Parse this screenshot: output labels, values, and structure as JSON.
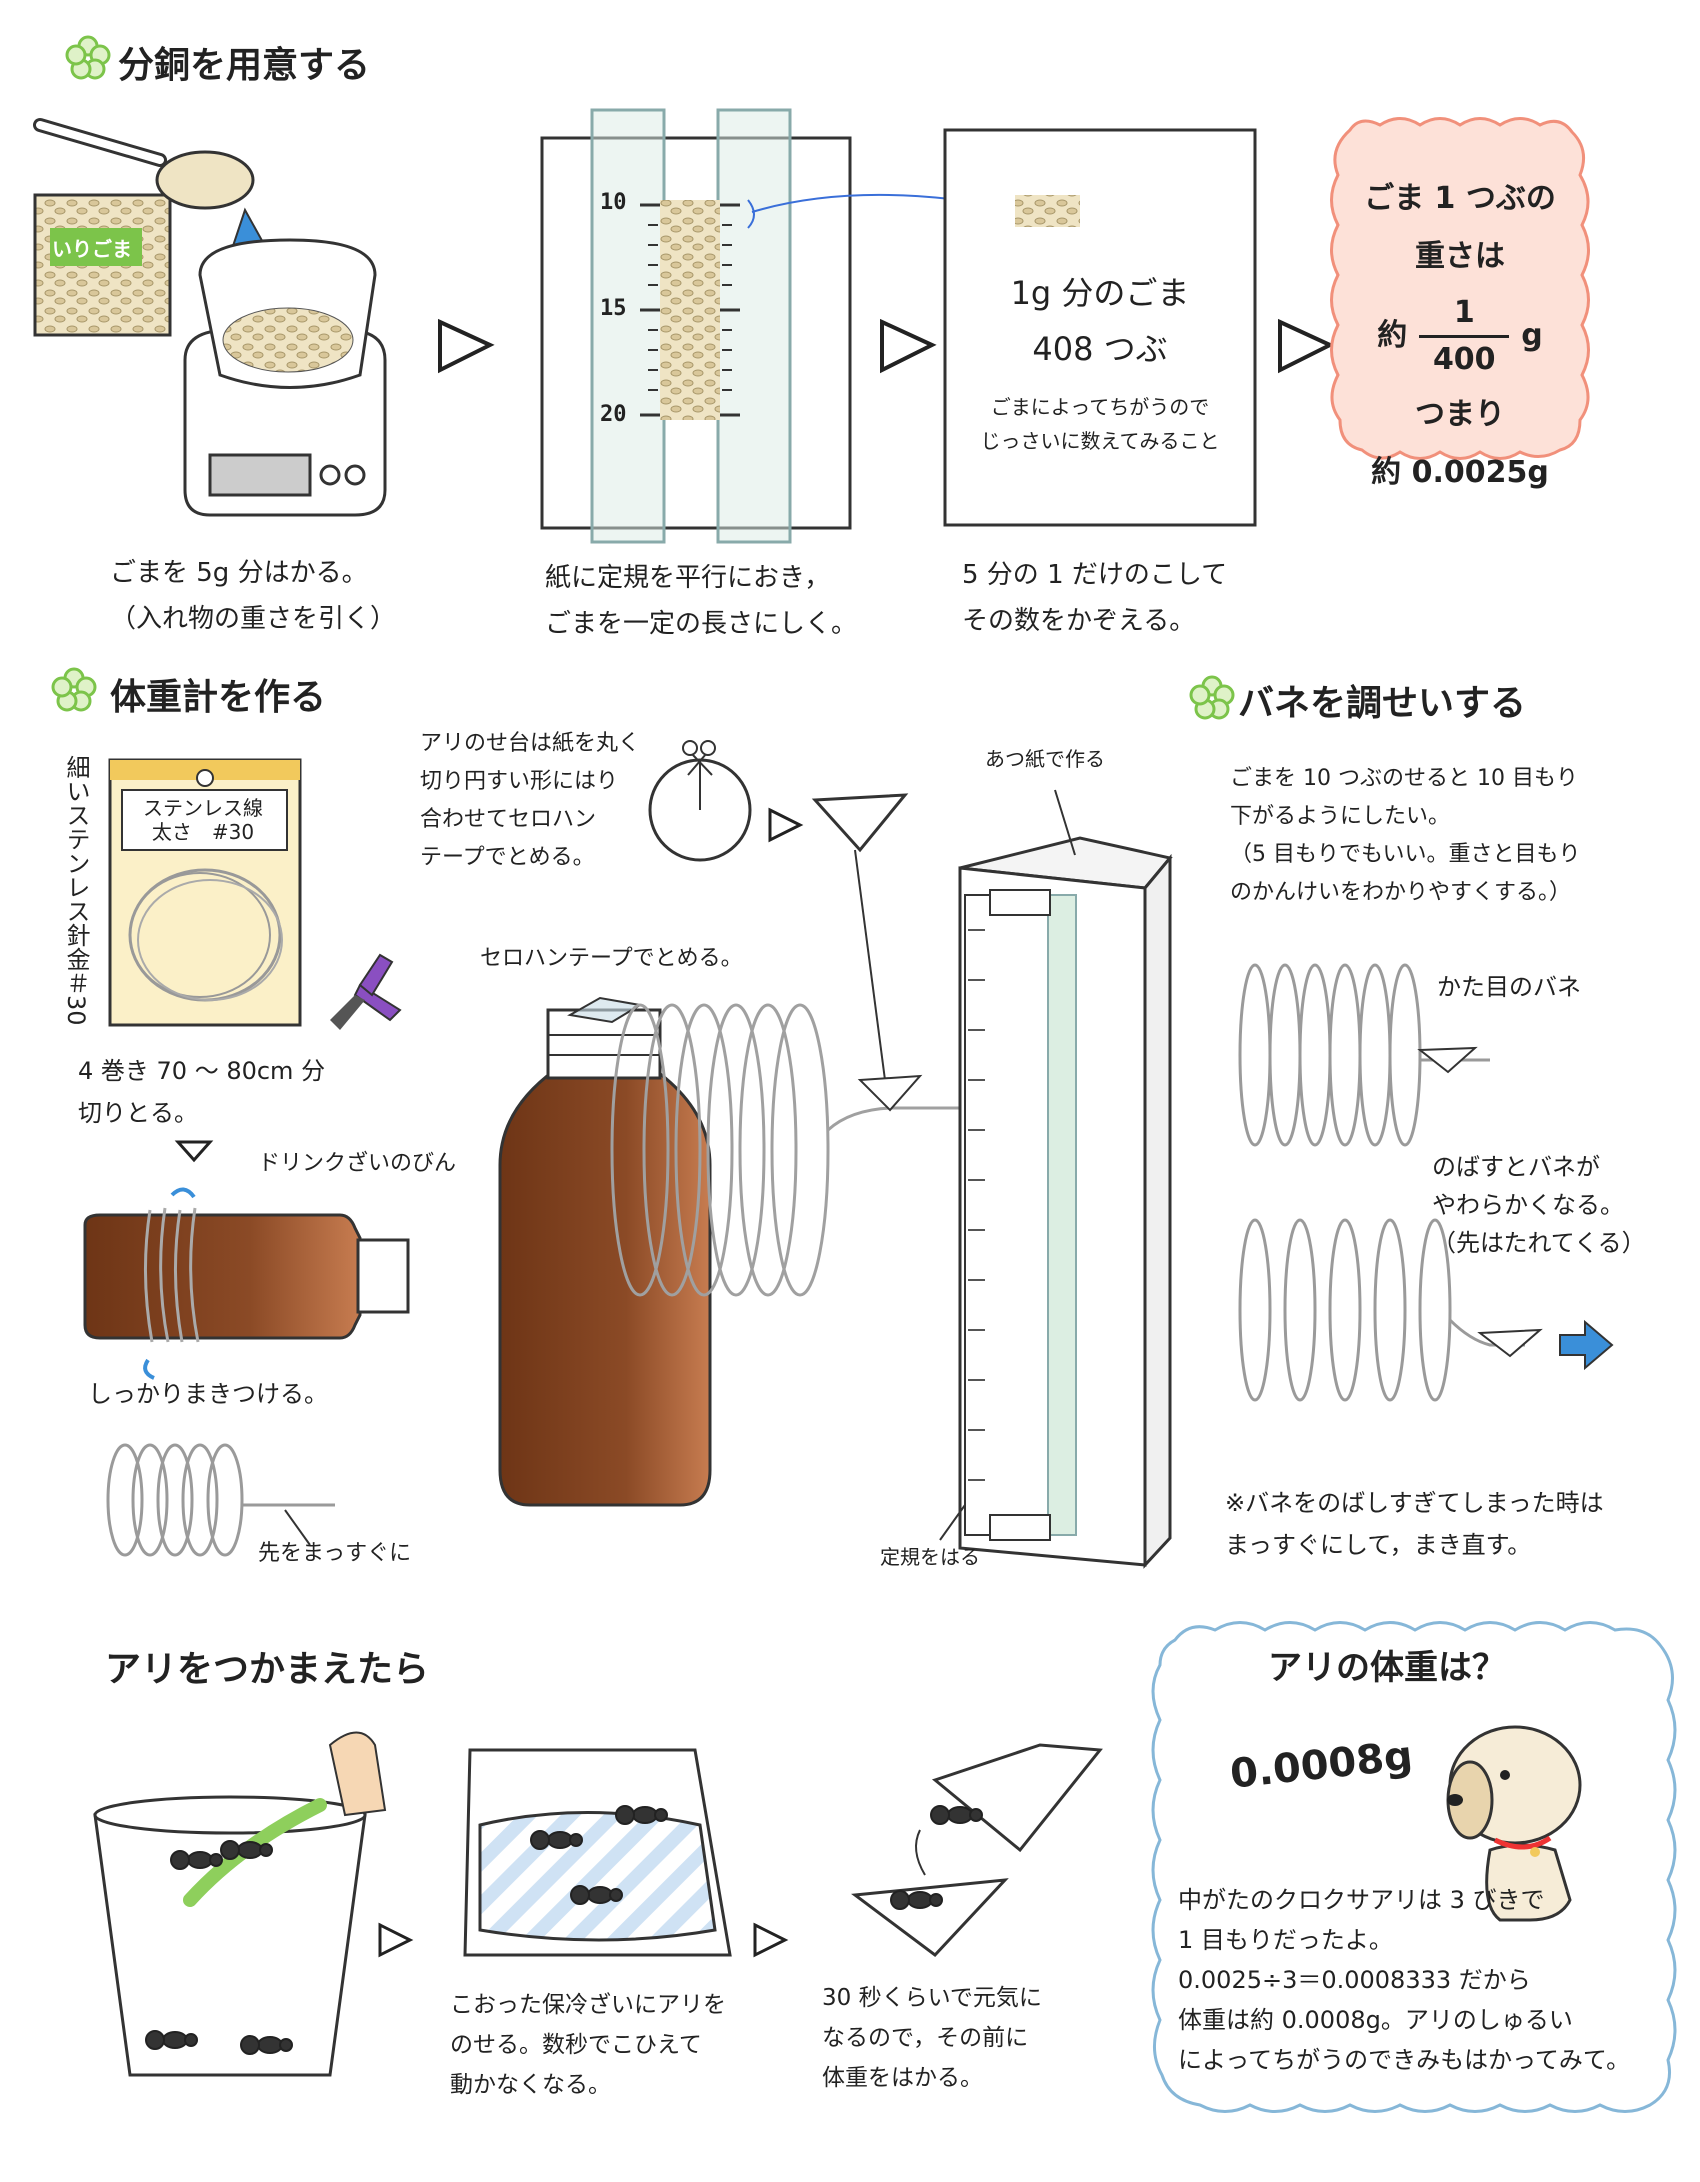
{
  "sections": {
    "weights": {
      "title": "分銅を用意する",
      "bag_label": "いりごま",
      "step1_caption": [
        "ごまを 5g 分はかる。",
        "（入れ物の重さを引く）"
      ],
      "step2_caption": [
        "紙に定規を平行におき，",
        "ごまを一定の長さにしく。"
      ],
      "ruler_marks": [
        "10",
        "15",
        "20"
      ],
      "card_text": [
        "1g 分のごま",
        "408 つぶ"
      ],
      "card_note": [
        "ごまによってちがうので",
        "じっさいに数えてみること"
      ],
      "step3_caption": [
        "5 分の 1 だけのこして",
        "その数をかぞえる。"
      ],
      "result": {
        "line1": "ごま 1 つぶの",
        "line2": "重さは",
        "prefix": "約",
        "numerator": "1",
        "denominator": "400",
        "unit": "g",
        "line4": "つまり",
        "line5": "約 0.0025g"
      }
    },
    "scale": {
      "title": "体重計を作る",
      "vertical_label": "細いステンレス針金＃30",
      "package_label": [
        "ステンレス線",
        "太さ　#30"
      ],
      "wire_caption": [
        "4 巻き 70 ～ 80cm 分",
        "切りとる。"
      ],
      "bottle_label": "ドリンクざいのびん",
      "wrap_caption": "しっかりまきつける。",
      "straight_caption": "先をまっすぐに",
      "platform_note": [
        "アリのせ台は紙を丸く",
        "切り円すい形にはり",
        "合わせてセロハン",
        "テープでとめる。"
      ],
      "tape_label": "セロハンテープでとめる。",
      "cardboard_label": "あつ紙で作る",
      "ruler_label": "定規をはる"
    },
    "adjust": {
      "title": "バネを調せいする",
      "intro": [
        "ごまを 10 つぶのせると 10 目もり",
        "下がるようにしたい。",
        "（5 目もりでもいい。重さと目もり",
        "のかんけいをわかりやすくする。）"
      ],
      "stiff_label": "かた目のバネ",
      "stretch_label": [
        "のばすとバネが",
        "やわらかくなる。",
        "（先はたれてくる）"
      ],
      "note": [
        "※バネをのばしすぎてしまった時は",
        "まっすぐにして，まき直す。"
      ]
    },
    "catch": {
      "title": "アリをつかまえたら",
      "cooler_caption": [
        "こおった保冷ざいにアリを",
        "のせる。数秒でこひえて",
        "動かなくなる。"
      ],
      "weigh_caption": [
        "30 秒くらいで元気に",
        "なるので，その前に",
        "体重をはかる。"
      ]
    },
    "answer": {
      "title": "アリの体重は？",
      "value": "0.0008g",
      "text": [
        "中がたのクロクサアリは 3 びきで",
        "1 目もりだったよ。",
        "0.0025÷3＝0.0008333 だから",
        "体重は約 0.0008g。アリのしゅるい",
        "によってちがうのできみもはかってみて。"
      ]
    }
  },
  "colors": {
    "bottle": "#7a3f22",
    "result_bg": "#fde1d8",
    "result_border": "#f1907b",
    "answer_border": "#86b7d8",
    "arrow_blue": "#3a8fd9",
    "accent_green": "#7cc44a",
    "sesame": "#d9c79a",
    "spring_gray": "#9a9a9a"
  },
  "icons": [
    "flower-icon",
    "arrow-right-icon",
    "scissors-icon",
    "ant-icon",
    "dog-icon",
    "pliers-icon"
  ]
}
